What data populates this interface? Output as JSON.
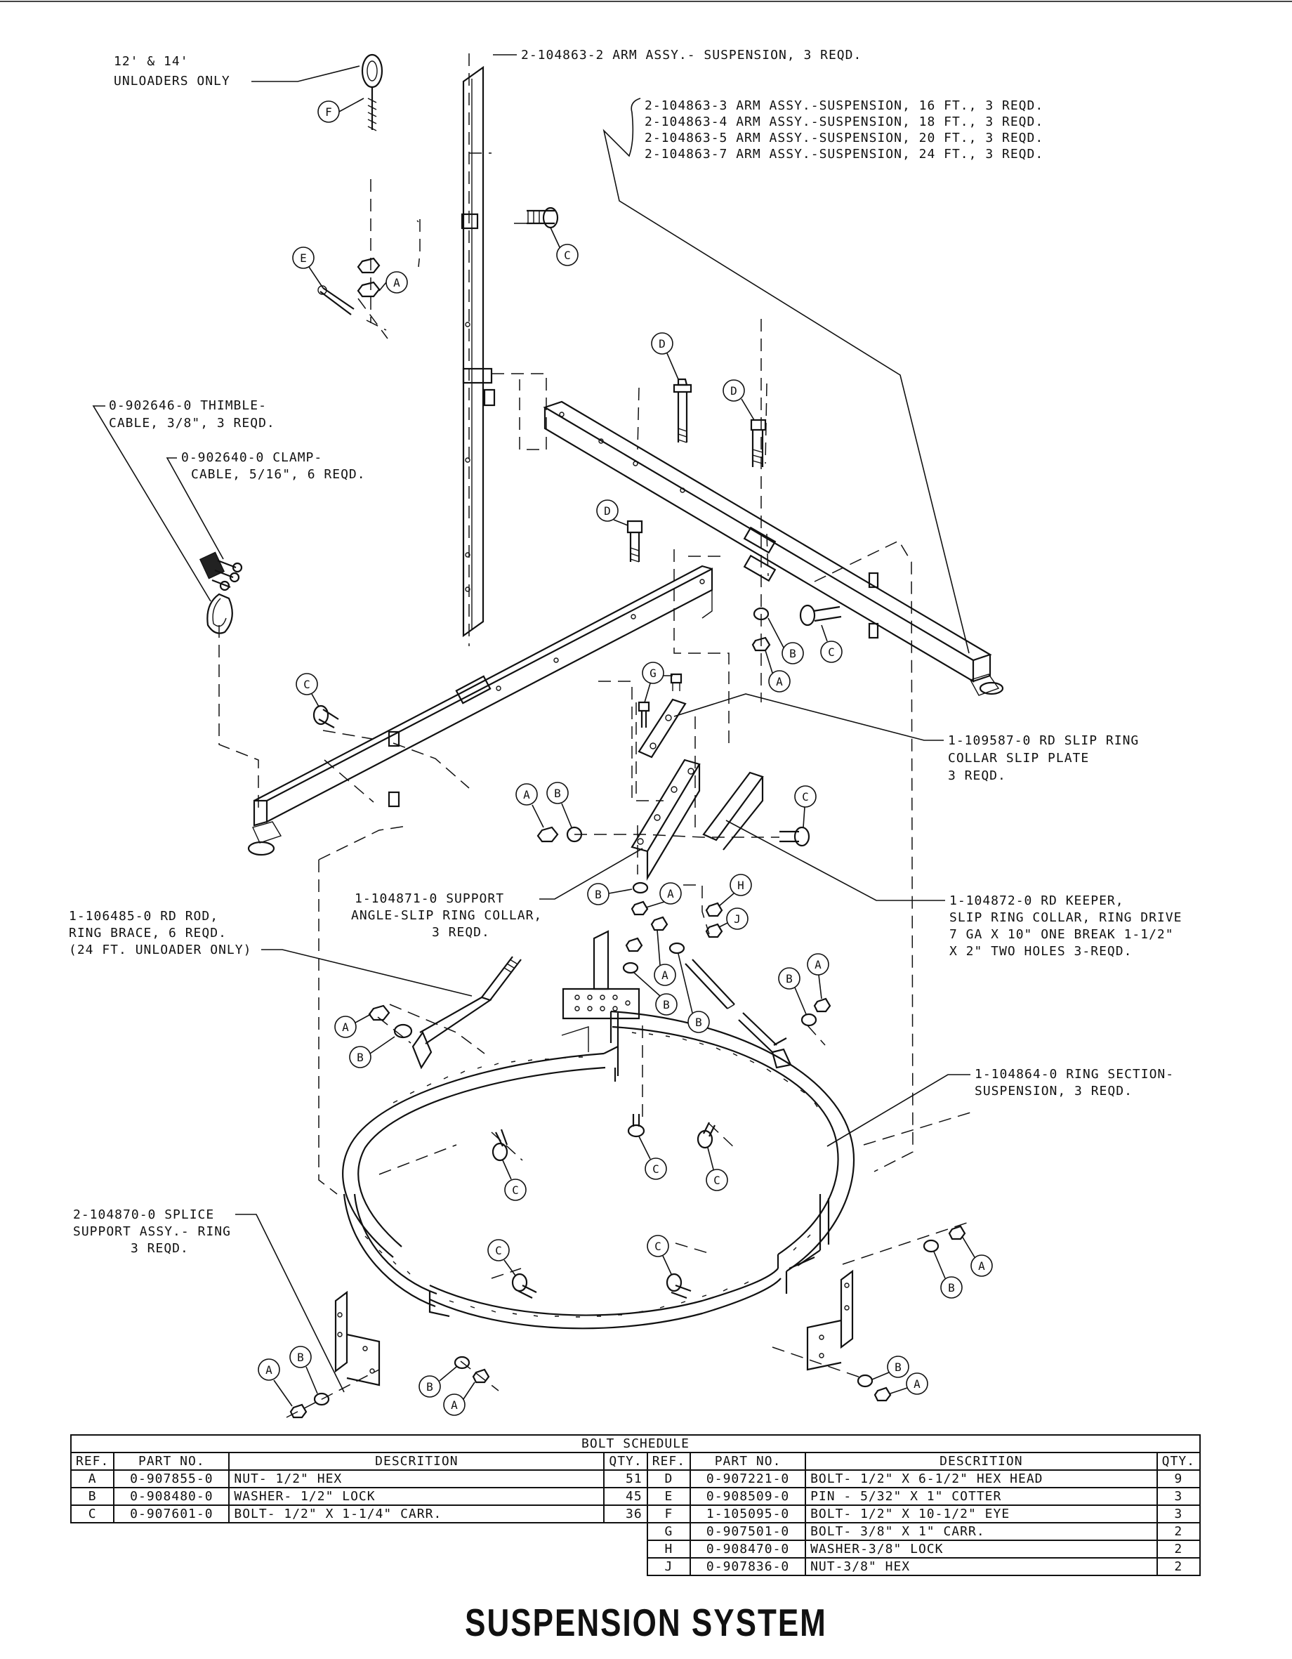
{
  "callouts": {
    "unloaders_only": [
      "12' & 14'",
      "UNLOADERS ONLY"
    ],
    "arm_2": "2-104863-2   ARM ASSY.- SUSPENSION, 3 REQD.",
    "arm_variants": [
      "2-104863-3   ARM  ASSY.-SUSPENSION, 16 FT., 3 REQD.",
      "2-104863-4   ARM  ASSY.-SUSPENSION, 18 FT., 3 REQD.",
      "2-104863-5   ARM  ASSY.-SUSPENSION, 20 FT., 3 REQD.",
      "2-104863-7   ARM  ASSY.-SUSPENSION, 24 FT., 3 REQD."
    ],
    "thimble": [
      "0-902646-0 THIMBLE-",
      "CABLE, 3/8\", 3 REQD."
    ],
    "clamp": [
      "0-902640-0 CLAMP-",
      "CABLE, 5/16\", 6 REQD."
    ],
    "slip_plate": [
      "1-109587-0 RD SLIP RING",
      "COLLAR SLIP PLATE",
      "3 REQD."
    ],
    "support_angle": [
      "1-104871-0 SUPPORT",
      "ANGLE-SLIP RING COLLAR,",
      "3 REQD."
    ],
    "keeper": [
      "1-104872-0 RD KEEPER,",
      "SLIP RING COLLAR, RING DRIVE",
      "7 GA X 10\" ONE BREAK 1-1/2\"",
      "X 2\" TWO HOLES 3-REQD."
    ],
    "rod": [
      "1-106485-0 RD ROD,",
      "RING BRACE, 6 REQD.",
      "(24 FT. UNLOADER ONLY)"
    ],
    "ring_section": [
      "1-104864-0  RING SECTION-",
      "SUSPENSION,          3 REQD."
    ],
    "splice": [
      "2-104870-0 SPLICE",
      "SUPPORT ASSY.- RING",
      "3 REQD."
    ]
  },
  "ref_letters": [
    "A",
    "B",
    "C",
    "D",
    "E",
    "F",
    "G",
    "H",
    "J"
  ],
  "bolt_schedule": {
    "title": "BOLT  SCHEDULE",
    "headers": [
      "REF.",
      "PART NO.",
      "DESCRITION",
      "QTY."
    ],
    "rows": [
      {
        "ref": "A",
        "part": "0-907855-0",
        "desc": "NUT- 1/2\" HEX",
        "qty": "51"
      },
      {
        "ref": "B",
        "part": "0-908480-0",
        "desc": "WASHER- 1/2\" LOCK",
        "qty": "45"
      },
      {
        "ref": "C",
        "part": "0-907601-0",
        "desc": "BOLT- 1/2\" X 1-1/4\" CARR.",
        "qty": "36"
      },
      {
        "ref": "D",
        "part": "0-907221-0",
        "desc": "BOLT- 1/2\" X 6-1/2\"  HEX HEAD",
        "qty": "9"
      },
      {
        "ref": "E",
        "part": "0-908509-0",
        "desc": "PIN - 5/32\" X 1\" COTTER",
        "qty": "3"
      },
      {
        "ref": "F",
        "part": "1-105095-0",
        "desc": "BOLT- 1/2\" X 10-1/2\" EYE",
        "qty": "3"
      },
      {
        "ref": "G",
        "part": "0-907501-0",
        "desc": "BOLT- 3/8\" X 1\" CARR.",
        "qty": "2"
      },
      {
        "ref": "H",
        "part": "0-908470-0",
        "desc": "WASHER-3/8\" LOCK",
        "qty": "2"
      },
      {
        "ref": "J",
        "part": "0-907836-0",
        "desc": "NUT-3/8\" HEX",
        "qty": "2"
      }
    ]
  },
  "page_title": "SUSPENSION SYSTEM"
}
